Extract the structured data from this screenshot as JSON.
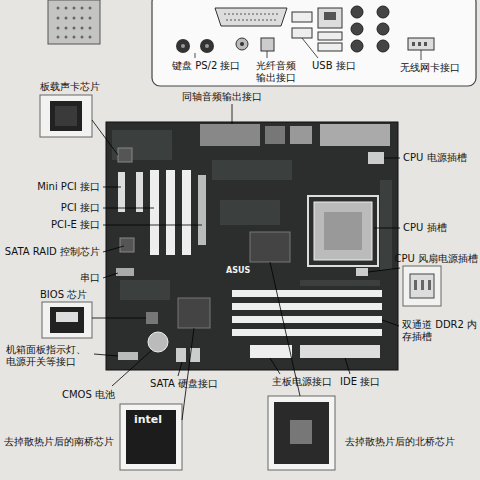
{
  "diagram": {
    "labels": [
      "键盘 PS/2 接口",
      "光纤音频输出接口",
      "USB 接口",
      "无线网卡接口",
      "同轴音频输出接口",
      "板载声卡芯片",
      "CPU 电源插槽",
      "Mini PCI 接口",
      "PCI 接口",
      "PCI-E 接口",
      "CPU 插槽",
      "SATA RAID 控制芯片",
      "CPU 风扇电源插槽",
      "串口",
      "ASUS",
      "BIOS 芯片",
      "双通道 DDR2 内存插槽",
      "机箱面板指示灯、电源开关等接口",
      "SATA 硬盘接口",
      "主板电源接口",
      "IDE 接口",
      "CMOS 电池",
      "intel",
      "去掉散热片后的南桥芯片",
      "去掉散热片后的北桥芯片"
    ]
  }
}
